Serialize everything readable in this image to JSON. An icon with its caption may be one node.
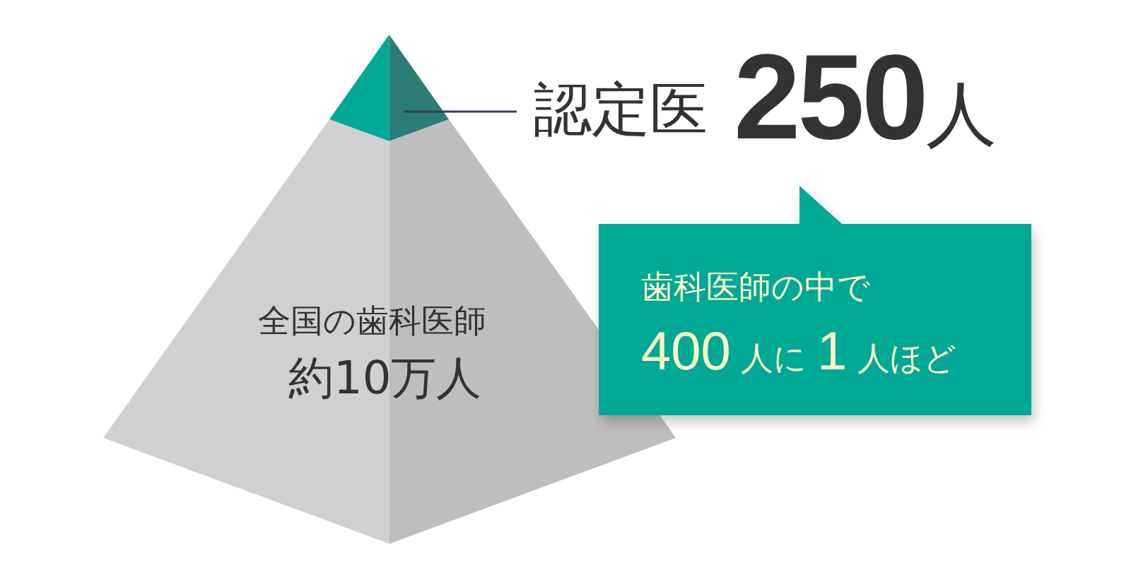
{
  "diagram": {
    "nodes": [
      {
        "text": [],
        "shape": "triangle"
      },
      {
        "text": [
          "全国の歯科医師",
          "約10万人"
        ]
      },
      {
        "text": [
          "認定医",
          "**250**人"
        ]
      },
      {
        "text": [
          "歯科医師の中で",
          "400 人に 1 人ほど"
        ]
      }
    ],
    "edges": [
      {
        "from": 2,
        "to": 0,
        "arrow": "none"
      }
    ]
  }
}
